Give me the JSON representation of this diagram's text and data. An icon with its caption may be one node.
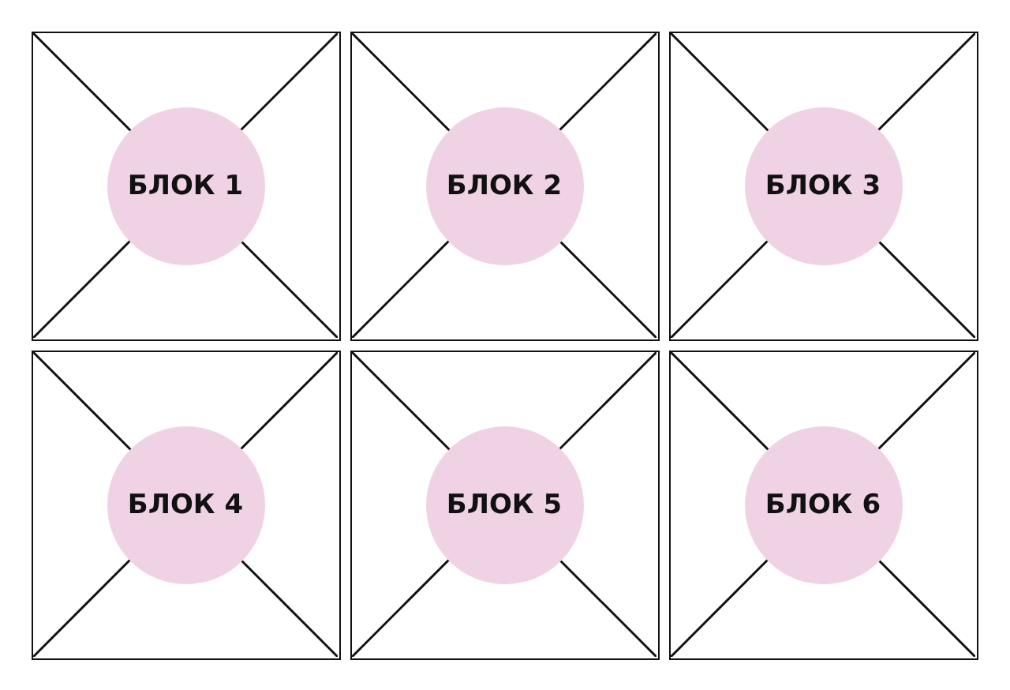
{
  "diagram": {
    "nodes": [
      {
        "text": [],
        "shape": "box"
      },
      {
        "text": [
          "БЛОК 1"
        ],
        "in": 0
      },
      {
        "text": [],
        "shape": "box"
      },
      {
        "text": [
          "БЛОК 2"
        ],
        "in": 2
      },
      {
        "text": [],
        "shape": "box"
      },
      {
        "text": [
          "БЛОК 3"
        ],
        "in": 4
      },
      {
        "text": [],
        "shape": "box"
      },
      {
        "text": [
          "БЛОК 4"
        ],
        "in": 6
      },
      {
        "text": [],
        "shape": "box"
      },
      {
        "text": [
          "БЛОК 5"
        ],
        "in": 8
      },
      {
        "text": [],
        "shape": "box"
      },
      {
        "text": [
          "БЛОК 6"
        ],
        "in": 10
      }
    ]
  }
}
